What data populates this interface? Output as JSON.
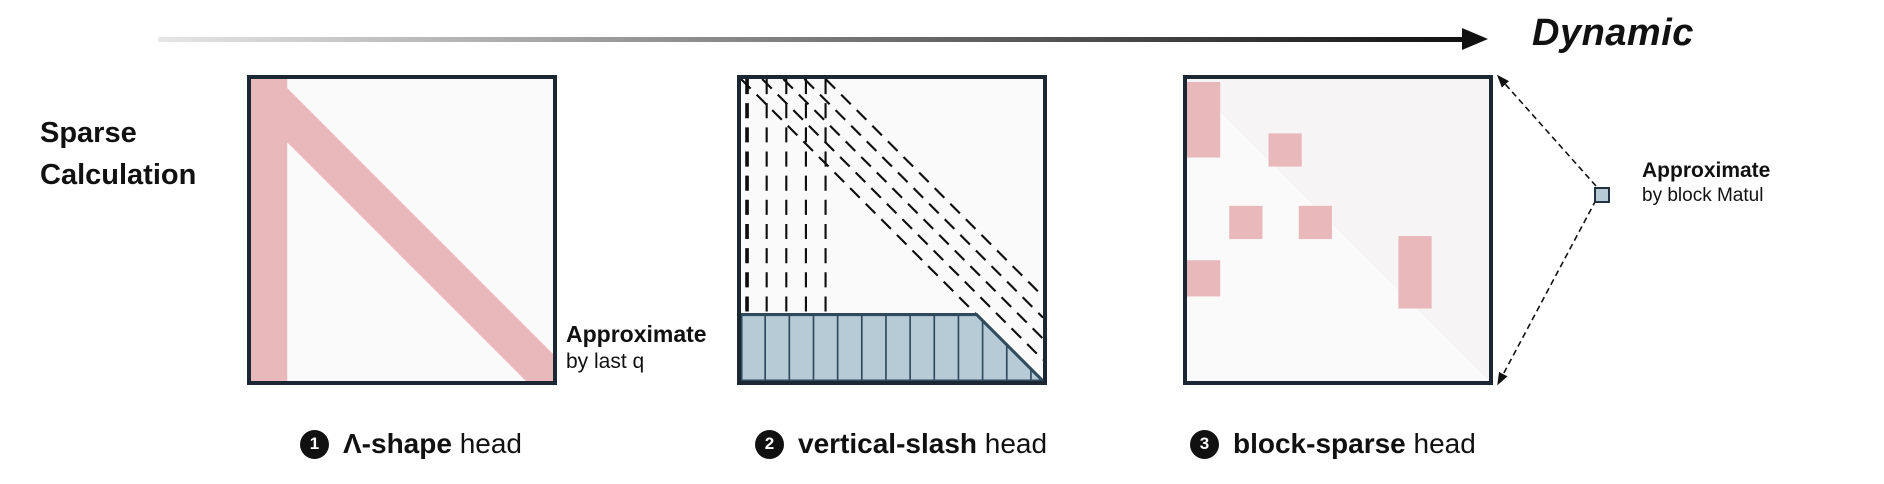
{
  "title": {
    "dynamic": "Dynamic"
  },
  "side_label": {
    "line1": "Sparse",
    "line2": "Calculation"
  },
  "annotations": {
    "last_q": {
      "bold": "Approximate",
      "rest": "by last q"
    },
    "block_matmul": {
      "bold": "Approximate",
      "rest": "by block Matul"
    }
  },
  "heads": [
    {
      "badge": "1",
      "bold": "Λ-shape",
      "rest": " head"
    },
    {
      "badge": "2",
      "bold": "vertical-slash",
      "rest": " head"
    },
    {
      "badge": "3",
      "bold": "block-sparse",
      "rest": " head"
    }
  ],
  "colors": {
    "pink": "#e9b8bb",
    "panel-border": "#1b2833",
    "band-fill": "#b7cbd7",
    "band-stroke": "#2e4a5c",
    "ink": "#111111",
    "panel-bg": "#fbfafa",
    "faint": "#f6f4f4"
  }
}
